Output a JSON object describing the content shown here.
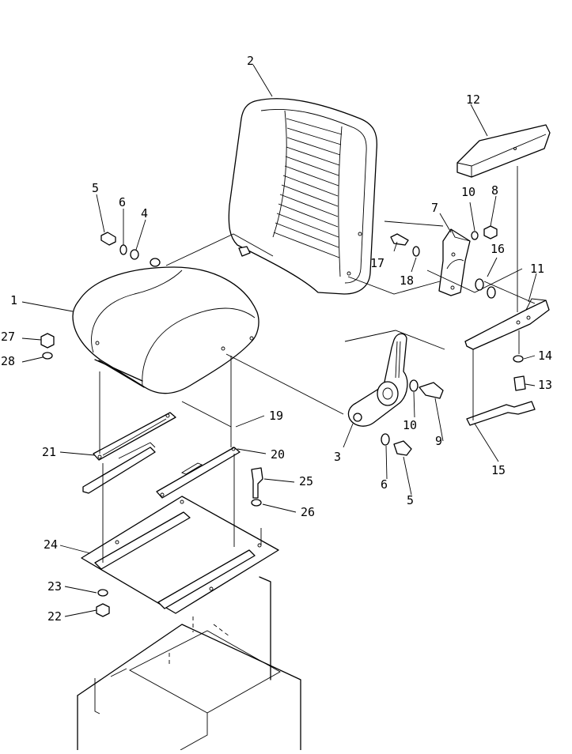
{
  "callouts": [
    {
      "id": "c1",
      "text": "1"
    },
    {
      "id": "c2",
      "text": "2"
    },
    {
      "id": "c3",
      "text": "3"
    },
    {
      "id": "c4",
      "text": "4"
    },
    {
      "id": "c5a",
      "text": "5"
    },
    {
      "id": "c5b",
      "text": "5"
    },
    {
      "id": "c6a",
      "text": "6"
    },
    {
      "id": "c6b",
      "text": "6"
    },
    {
      "id": "c7",
      "text": "7"
    },
    {
      "id": "c8",
      "text": "8"
    },
    {
      "id": "c9",
      "text": "9"
    },
    {
      "id": "c10a",
      "text": "10"
    },
    {
      "id": "c10b",
      "text": "10"
    },
    {
      "id": "c11",
      "text": "11"
    },
    {
      "id": "c12",
      "text": "12"
    },
    {
      "id": "c13",
      "text": "13"
    },
    {
      "id": "c14",
      "text": "14"
    },
    {
      "id": "c15",
      "text": "15"
    },
    {
      "id": "c16",
      "text": "16"
    },
    {
      "id": "c17",
      "text": "17"
    },
    {
      "id": "c18",
      "text": "18"
    },
    {
      "id": "c19",
      "text": "19"
    },
    {
      "id": "c20",
      "text": "20"
    },
    {
      "id": "c21",
      "text": "21"
    },
    {
      "id": "c22",
      "text": "22"
    },
    {
      "id": "c23",
      "text": "23"
    },
    {
      "id": "c24",
      "text": "24"
    },
    {
      "id": "c25",
      "text": "25"
    },
    {
      "id": "c26",
      "text": "26"
    },
    {
      "id": "c27",
      "text": "27"
    },
    {
      "id": "c28",
      "text": "28"
    }
  ]
}
